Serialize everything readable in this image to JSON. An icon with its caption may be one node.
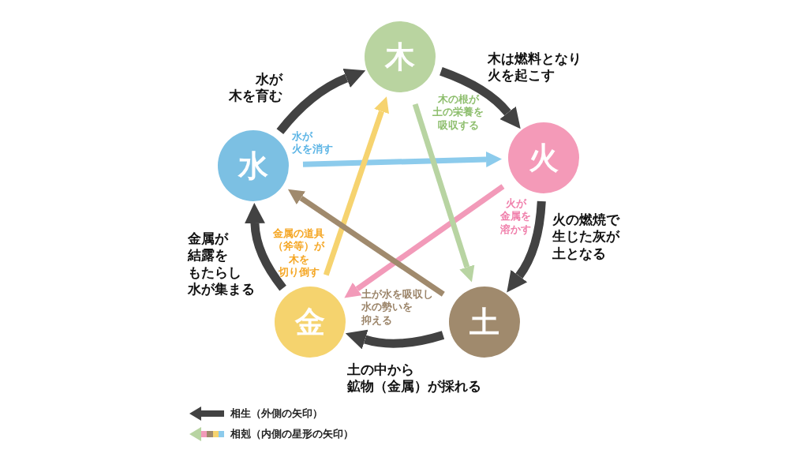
{
  "diagram": {
    "nodes": [
      {
        "text": [
          "木"
        ]
      },
      {
        "text": [
          "火"
        ]
      },
      {
        "text": [
          "土"
        ]
      },
      {
        "text": [
          "金"
        ]
      },
      {
        "text": [
          "水"
        ]
      }
    ],
    "edges": [
      {
        "from": 0,
        "to": 1,
        "arrow": "to",
        "label": "木は燃料となり火を起こす",
        "color": "#424242"
      },
      {
        "from": 1,
        "to": 2,
        "arrow": "to",
        "label": "火の燃焼で生じた灰が土となる",
        "color": "#424242"
      },
      {
        "from": 2,
        "to": 3,
        "arrow": "to",
        "label": "土の中から鉱物（金属）が採れる",
        "color": "#424242"
      },
      {
        "from": 3,
        "to": 4,
        "arrow": "to",
        "label": "金属が結露をもたらし水が集まる",
        "color": "#424242"
      },
      {
        "from": 4,
        "to": 0,
        "arrow": "to",
        "label": "水が木を育む",
        "color": "#424242"
      },
      {
        "from": 4,
        "to": 1,
        "arrow": "to",
        "label": "水が火を消す",
        "color": "#8ccbec"
      },
      {
        "from": 1,
        "to": 3,
        "arrow": "to",
        "label": "火が金属を溶かす",
        "color": "#f29ab9"
      },
      {
        "from": 3,
        "to": 0,
        "arrow": "to",
        "label": "金属の道具（斧等）が木を切り倒す",
        "color": "#f6d36f"
      },
      {
        "from": 0,
        "to": 2,
        "arrow": "to",
        "label": "木の根が土の栄養を吸収する",
        "color": "#b8d4a2"
      },
      {
        "from": 2,
        "to": 4,
        "arrow": "to",
        "label": "土が水を吸収し水の勢いを抑える",
        "color": "#a08a6d"
      }
    ],
    "legend": [
      {
        "text": "相生（外側の矢印）"
      },
      {
        "text": "相剋（内側の星形の矢印）"
      }
    ]
  }
}
